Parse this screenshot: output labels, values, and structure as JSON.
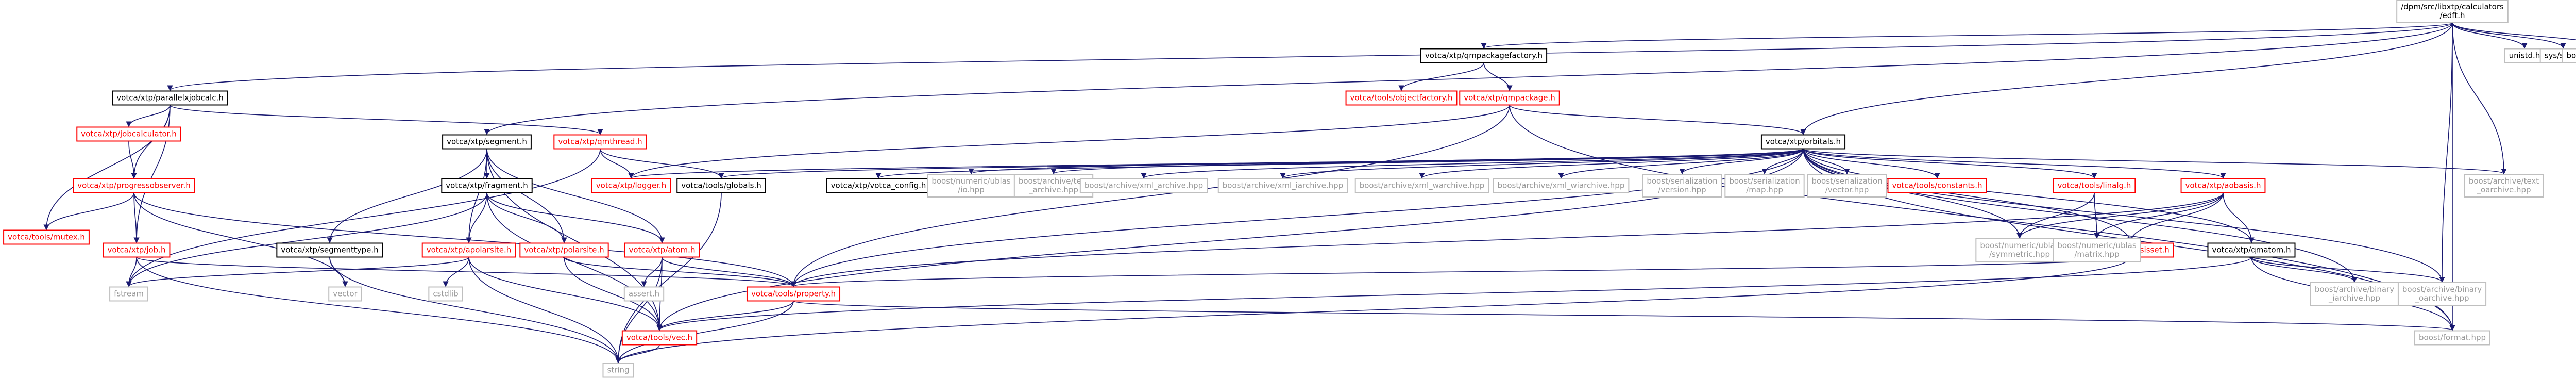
{
  "colors": {
    "box_black": "#000000",
    "box_red": "#ff0000",
    "box_gray": "#bfbfbf",
    "root_fill": "#bfbfbf",
    "text_red": "#ff0000",
    "text_gray": "#999999",
    "text_black": "#000000",
    "edge": "#191970"
  },
  "nodes": [
    {
      "id": "root",
      "lines": [
        "/dpm/src/libxtp/calculators",
        "/edft.h"
      ],
      "box": "gray",
      "fill": "root",
      "tc": "black"
    },
    {
      "id": "parallelxjob",
      "lines": [
        "votca/xtp/parallelxjobcalc.h"
      ],
      "box": "black",
      "tc": "black"
    },
    {
      "id": "qmpackagefactory",
      "lines": [
        "votca/xtp/qmpackagefactory.h"
      ],
      "box": "black",
      "tc": "black"
    },
    {
      "id": "unistd",
      "lines": [
        "unistd.h"
      ],
      "box": "gray",
      "tc": "black"
    },
    {
      "id": "sysstat",
      "lines": [
        "sys/stat.h"
      ],
      "box": "gray",
      "tc": "black"
    },
    {
      "id": "boostfs",
      "lines": [
        "boost/filesystem.hpp"
      ],
      "box": "gray",
      "tc": "black"
    },
    {
      "id": "objectfactory",
      "lines": [
        "votca/tools/objectfactory.h"
      ],
      "box": "red",
      "tc": "red"
    },
    {
      "id": "qmpackage",
      "lines": [
        "votca/xtp/qmpackage.h"
      ],
      "box": "red",
      "tc": "red"
    },
    {
      "id": "jobcalculator",
      "lines": [
        "votca/xtp/jobcalculator.h"
      ],
      "box": "red",
      "tc": "red"
    },
    {
      "id": "segment",
      "lines": [
        "votca/xtp/segment.h"
      ],
      "box": "black",
      "tc": "black"
    },
    {
      "id": "qmthread",
      "lines": [
        "votca/xtp/qmthread.h"
      ],
      "box": "red",
      "tc": "red"
    },
    {
      "id": "orbitals",
      "lines": [
        "votca/xtp/orbitals.h"
      ],
      "box": "black",
      "tc": "black"
    },
    {
      "id": "progressobserver",
      "lines": [
        "votca/xtp/progressobserver.h"
      ],
      "box": "red",
      "tc": "red"
    },
    {
      "id": "mutex",
      "lines": [
        "votca/tools/mutex.h"
      ],
      "box": "red",
      "tc": "red"
    },
    {
      "id": "fragment",
      "lines": [
        "votca/xtp/fragment.h"
      ],
      "box": "black",
      "tc": "black"
    },
    {
      "id": "logger",
      "lines": [
        "votca/xtp/logger.h"
      ],
      "box": "red",
      "tc": "red"
    },
    {
      "id": "globals",
      "lines": [
        "votca/tools/globals.h"
      ],
      "box": "black",
      "tc": "black"
    },
    {
      "id": "votcaconfig",
      "lines": [
        "votca/xtp/votca_config.h"
      ],
      "box": "black",
      "tc": "black"
    },
    {
      "id": "ublasio",
      "lines": [
        "boost/numeric/ublas",
        "/io.hpp"
      ],
      "box": "gray",
      "tc": "gray"
    },
    {
      "id": "textarchive",
      "lines": [
        "boost/archive/text",
        "_archive.hpp"
      ],
      "box": "gray",
      "tc": "gray"
    },
    {
      "id": "xmlarch1",
      "lines": [
        "boost/archive/xml_archive.hpp"
      ],
      "box": "gray",
      "tc": "gray"
    },
    {
      "id": "xmlarch2",
      "lines": [
        "boost/archive/xml_iarchive.hpp"
      ],
      "box": "gray",
      "tc": "gray"
    },
    {
      "id": "xmlwarch1",
      "lines": [
        "boost/archive/xml_warchive.hpp"
      ],
      "box": "gray",
      "tc": "gray"
    },
    {
      "id": "xmlwarch2",
      "lines": [
        "boost/archive/xml_wiarchive.hpp"
      ],
      "box": "gray",
      "tc": "gray"
    },
    {
      "id": "serversion",
      "lines": [
        "boost/serialization",
        "/version.hpp"
      ],
      "box": "gray",
      "tc": "gray"
    },
    {
      "id": "sermap",
      "lines": [
        "boost/serialization",
        "/map.hpp"
      ],
      "box": "gray",
      "tc": "gray"
    },
    {
      "id": "servector",
      "lines": [
        "boost/serialization",
        "/vector.hpp"
      ],
      "box": "gray",
      "tc": "gray"
    },
    {
      "id": "constants",
      "lines": [
        "votca/tools/constants.h"
      ],
      "box": "red",
      "tc": "red"
    },
    {
      "id": "linalg",
      "lines": [
        "votca/tools/linalg.h"
      ],
      "box": "red",
      "tc": "red"
    },
    {
      "id": "qmatom",
      "lines": [
        "votca/xtp/qmatom.h"
      ],
      "box": "black",
      "tc": "black"
    },
    {
      "id": "aobasis",
      "lines": [
        "votca/xtp/aobasis.h"
      ],
      "box": "red",
      "tc": "red"
    },
    {
      "id": "basisset",
      "lines": [
        "votca/xtp/basisset.h"
      ],
      "box": "red",
      "tc": "red"
    },
    {
      "id": "textoarchive",
      "lines": [
        "boost/archive/text",
        "_oarchive.hpp"
      ],
      "box": "gray",
      "tc": "gray"
    },
    {
      "id": "ublassym",
      "lines": [
        "boost/numeric/ublas",
        "/symmetric.hpp"
      ],
      "box": "gray",
      "tc": "gray"
    },
    {
      "id": "ublasmatrix",
      "lines": [
        "boost/numeric/ublas",
        "/matrix.hpp"
      ],
      "box": "gray",
      "tc": "gray"
    },
    {
      "id": "segmenttype",
      "lines": [
        "votca/xtp/segmenttype.h"
      ],
      "box": "black",
      "tc": "black"
    },
    {
      "id": "apolarsite",
      "lines": [
        "votca/xtp/apolarsite.h"
      ],
      "box": "red",
      "tc": "red"
    },
    {
      "id": "polarsite",
      "lines": [
        "votca/xtp/polarsite.h"
      ],
      "box": "red",
      "tc": "red"
    },
    {
      "id": "atom",
      "lines": [
        "votca/xtp/atom.h"
      ],
      "box": "red",
      "tc": "red"
    },
    {
      "id": "binaryarch1",
      "lines": [
        "boost/archive/binary",
        "_iarchive.hpp"
      ],
      "box": "gray",
      "tc": "gray"
    },
    {
      "id": "binaryarch2",
      "lines": [
        "boost/archive/binary",
        "_oarchive.hpp"
      ],
      "box": "gray",
      "tc": "gray"
    },
    {
      "id": "qmjob",
      "lines": [
        "votca/xtp/job.h"
      ],
      "box": "red",
      "tc": "red"
    },
    {
      "id": "fstream",
      "lines": [
        "fstream"
      ],
      "box": "gray",
      "tc": "gray"
    },
    {
      "id": "vector",
      "lines": [
        "vector"
      ],
      "box": "gray",
      "tc": "gray"
    },
    {
      "id": "cstdlib",
      "lines": [
        "cstdlib"
      ],
      "box": "gray",
      "tc": "gray"
    },
    {
      "id": "assert",
      "lines": [
        "assert.h"
      ],
      "box": "gray",
      "tc": "gray"
    },
    {
      "id": "property",
      "lines": [
        "votca/tools/property.h"
      ],
      "box": "red",
      "tc": "red"
    },
    {
      "id": "vec",
      "lines": [
        "votca/tools/vec.h"
      ],
      "box": "red",
      "tc": "red"
    },
    {
      "id": "format",
      "lines": [
        "boost/format.hpp"
      ],
      "box": "gray",
      "tc": "gray"
    },
    {
      "id": "string",
      "lines": [
        "string"
      ],
      "box": "gray",
      "tc": "gray"
    }
  ]
}
